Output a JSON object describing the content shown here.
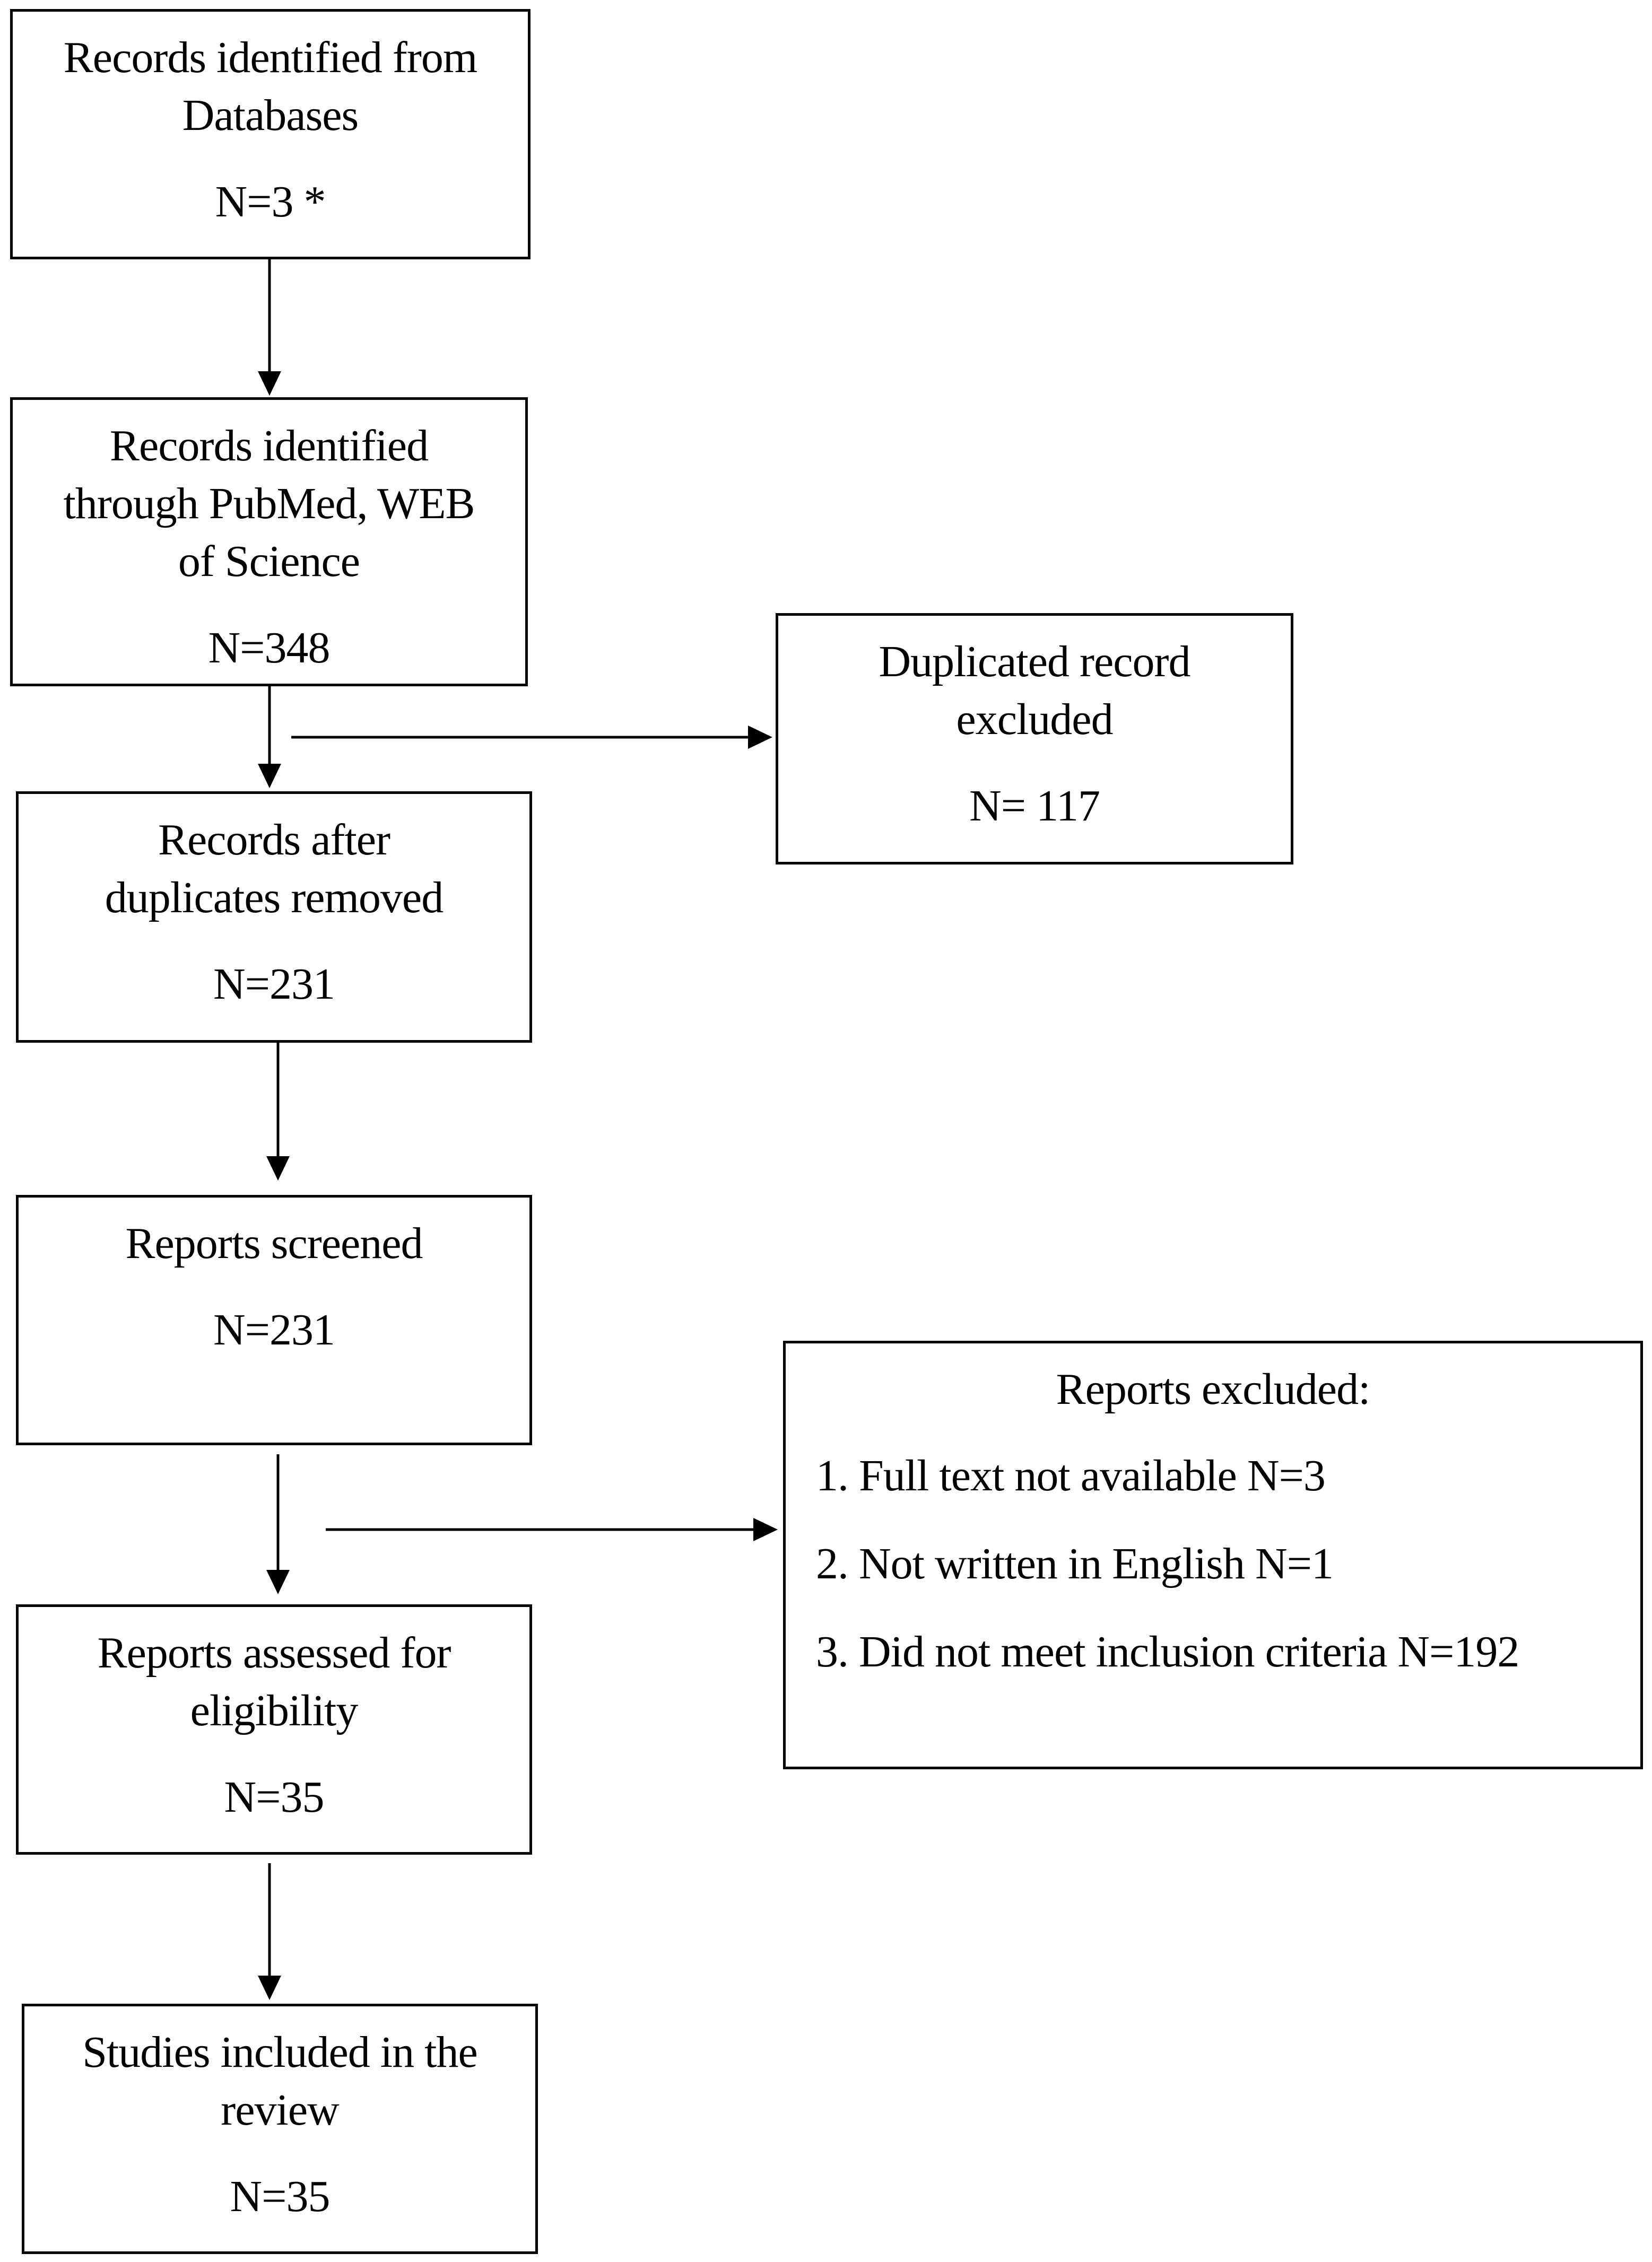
{
  "boxes": {
    "databases": {
      "title": "Records identified from\nDatabases",
      "count": "N=3 *"
    },
    "pubmed": {
      "title": "Records identified\nthrough PubMed, WEB\nof Science",
      "count": "N=348"
    },
    "duplicated": {
      "title": "Duplicated record\nexcluded",
      "count": "N= 117"
    },
    "after_duplicates": {
      "title": "Records after\nduplicates removed",
      "count": "N=231"
    },
    "screened": {
      "title": "Reports screened",
      "count": "N=231"
    },
    "excluded": {
      "title": "Reports excluded:",
      "items": [
        "1. Full text not available N=3",
        "2. Not written in English N=1",
        "3. Did not meet inclusion criteria N=192"
      ]
    },
    "assessed": {
      "title": "Reports assessed for\neligibility",
      "count": "N=35"
    },
    "included": {
      "title": "Studies included in the\nreview",
      "count": "N=35"
    }
  }
}
